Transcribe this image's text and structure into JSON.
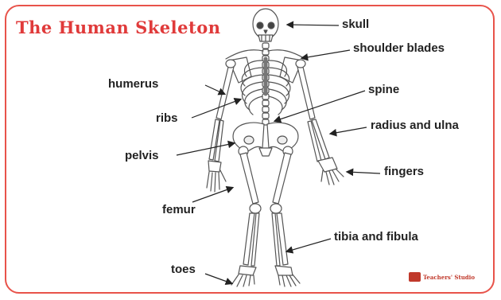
{
  "title": "The Human Skeleton",
  "labels": {
    "skull": "skull",
    "shoulder_blades": "shoulder blades",
    "humerus": "humerus",
    "spine": "spine",
    "ribs": "ribs",
    "radius_ulna": "radius and ulna",
    "pelvis": "pelvis",
    "fingers": "fingers",
    "femur": "femur",
    "tibia_fibula": "tibia and fibula",
    "toes": "toes"
  },
  "brand": "Teachers' Studio",
  "colors": {
    "frame": "#e8534a",
    "title": "#e03a3a",
    "label": "#222222",
    "bone_outline": "#555555",
    "bone_fill": "#ffffff"
  }
}
